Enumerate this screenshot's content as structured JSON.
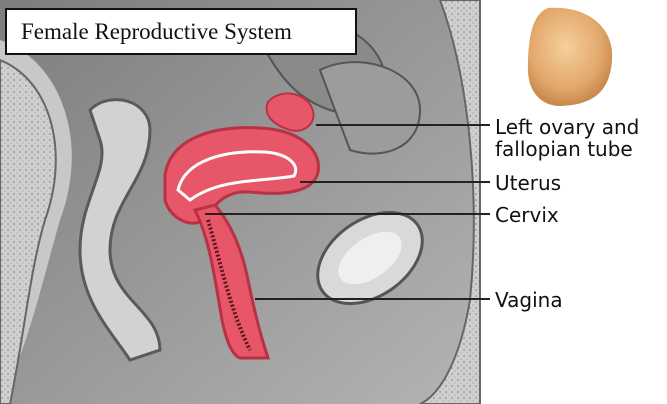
{
  "title": "Female Reproductive System",
  "labels": {
    "ovary_line1": "Left ovary and",
    "ovary_line2": "fallopian tube",
    "uterus": "Uterus",
    "cervix": "Cervix",
    "vagina": "Vagina"
  },
  "colors": {
    "tissue_gray": "#9a9a9a",
    "organ_pink": "#e8566a",
    "skin_tan": "#e9b57c"
  }
}
